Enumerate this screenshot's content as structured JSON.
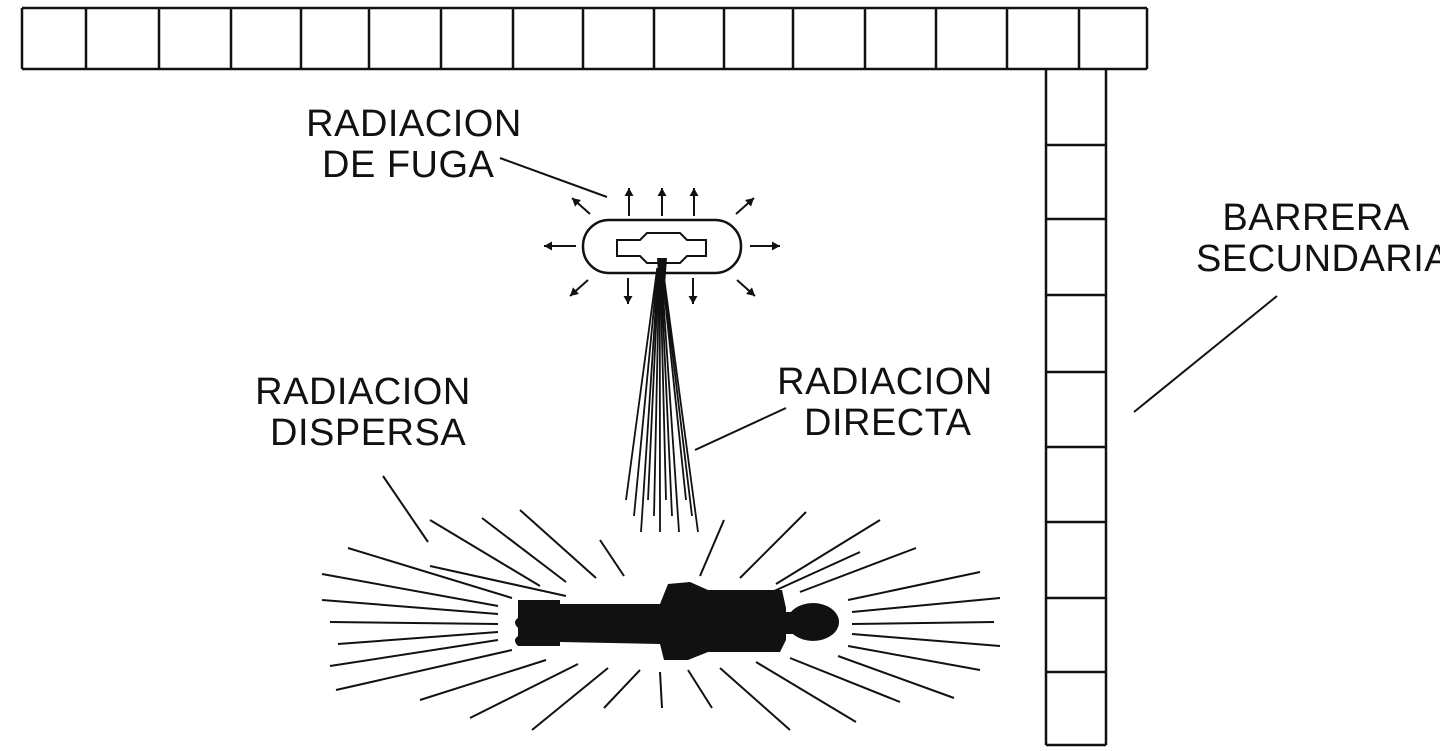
{
  "labels": {
    "fuga": {
      "line1": "RADIACION",
      "line2": "DE FUGA"
    },
    "directa": {
      "line1": "RADIACION",
      "line2": "DIRECTA"
    },
    "dispersa": {
      "line1": "RADIACION",
      "line2": "DISPERSA"
    },
    "barrera": {
      "line1": "BARRERA",
      "line2": "SECUNDARIA"
    }
  },
  "colors": {
    "ink": "#111111",
    "background": "#ffffff"
  },
  "icons": {
    "source": "x-ray-tube-icon",
    "patient": "patient-silhouette-icon"
  }
}
